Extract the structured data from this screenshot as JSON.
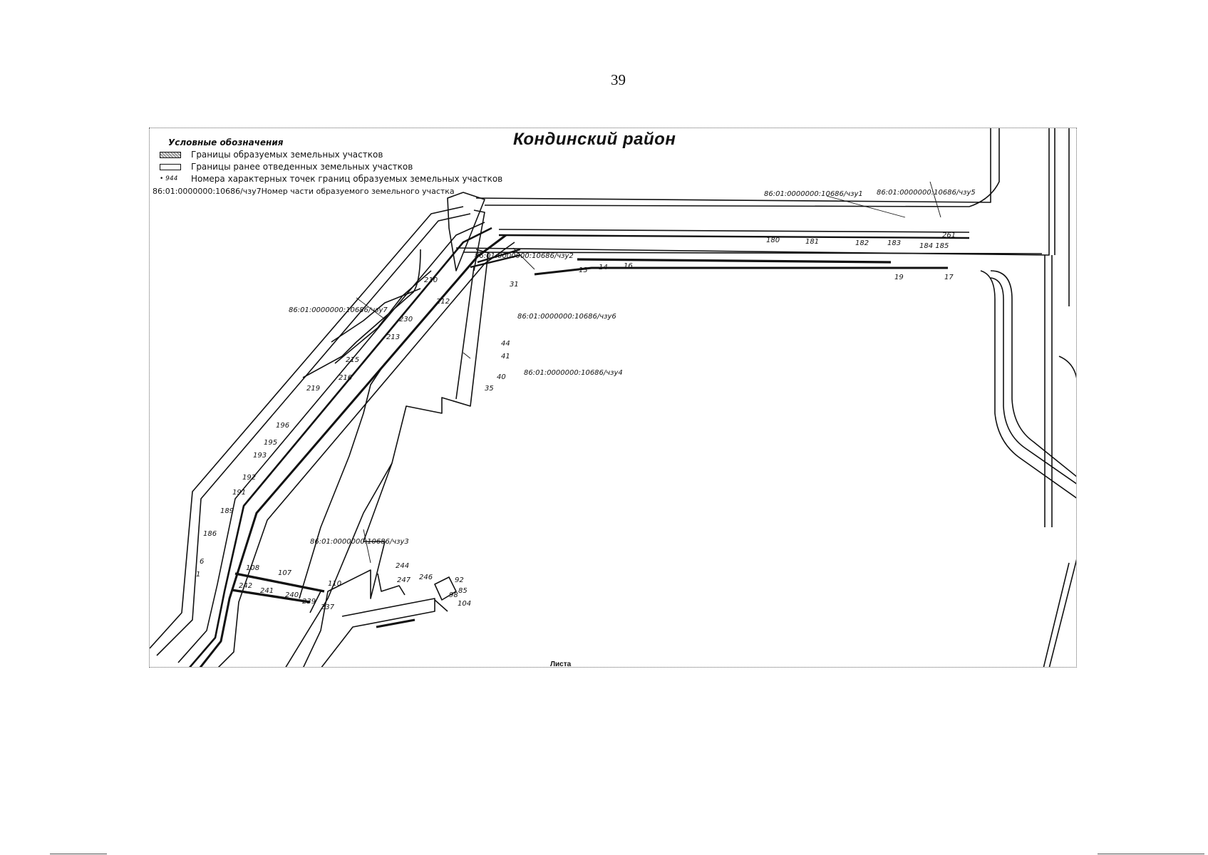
{
  "page_number": "39",
  "map": {
    "title": "Кондинский район",
    "sheet_label": "Листа"
  },
  "legend": {
    "title": "Условные обозначения",
    "items": [
      {
        "kind": "hatched",
        "text": "Границы образуемых земельных участков"
      },
      {
        "kind": "plain",
        "text": "Границы ранее отведенных земельных участков"
      },
      {
        "kind": "point",
        "sample": "• 944",
        "text": "Номера характерных точек границ образуемых земельных участков"
      }
    ],
    "part_example": "86:01:0000000:10686/чзу7Номер части образуемого земельного участка"
  },
  "part_labels": {
    "chzu1": "86:01:0000000:10686/чзу1",
    "chzu2": "86:01:0000000:10686/чзу2",
    "chzu3": "86:01:0000000:10686/чзу3",
    "chzu4": "86:01:0000000:10686/чзу4",
    "chzu5": "86:01:0000000:10686/чзу5",
    "chzu6": "86:01:0000000:10686/чзу6",
    "chzu7": "86:01:0000000:10686/чзу7"
  },
  "point_labels": {
    "p180": "180",
    "p181": "181",
    "p182": "182",
    "p183": "183",
    "p184_185": "184 185",
    "p261": "261",
    "p13": "13",
    "p14": "14",
    "p16": "16",
    "p19": "19",
    "p17": "17",
    "p210": "210",
    "p212": "212",
    "p230": "230",
    "p213": "213",
    "p215": "215",
    "p216": "216",
    "p219": "219",
    "p196": "196",
    "p195": "195",
    "p193": "193",
    "p192": "192",
    "p191": "191",
    "p189": "189",
    "p186": "186",
    "p6": "6",
    "p1": "1",
    "p44": "44",
    "p41": "41",
    "p40": "40",
    "p35": "35",
    "p31": "31",
    "p108": "108",
    "p107": "107",
    "p110": "110",
    "p242": "242",
    "p241": "241",
    "p240": "240",
    "p239": "239",
    "p237": "237",
    "p244": "244",
    "p246": "246",
    "p247": "247",
    "p92": "92",
    "p85": "85",
    "p98": "98",
    "p104": "104"
  },
  "colors": {
    "line": "#111111",
    "frame": "#666666",
    "background": "#ffffff"
  }
}
